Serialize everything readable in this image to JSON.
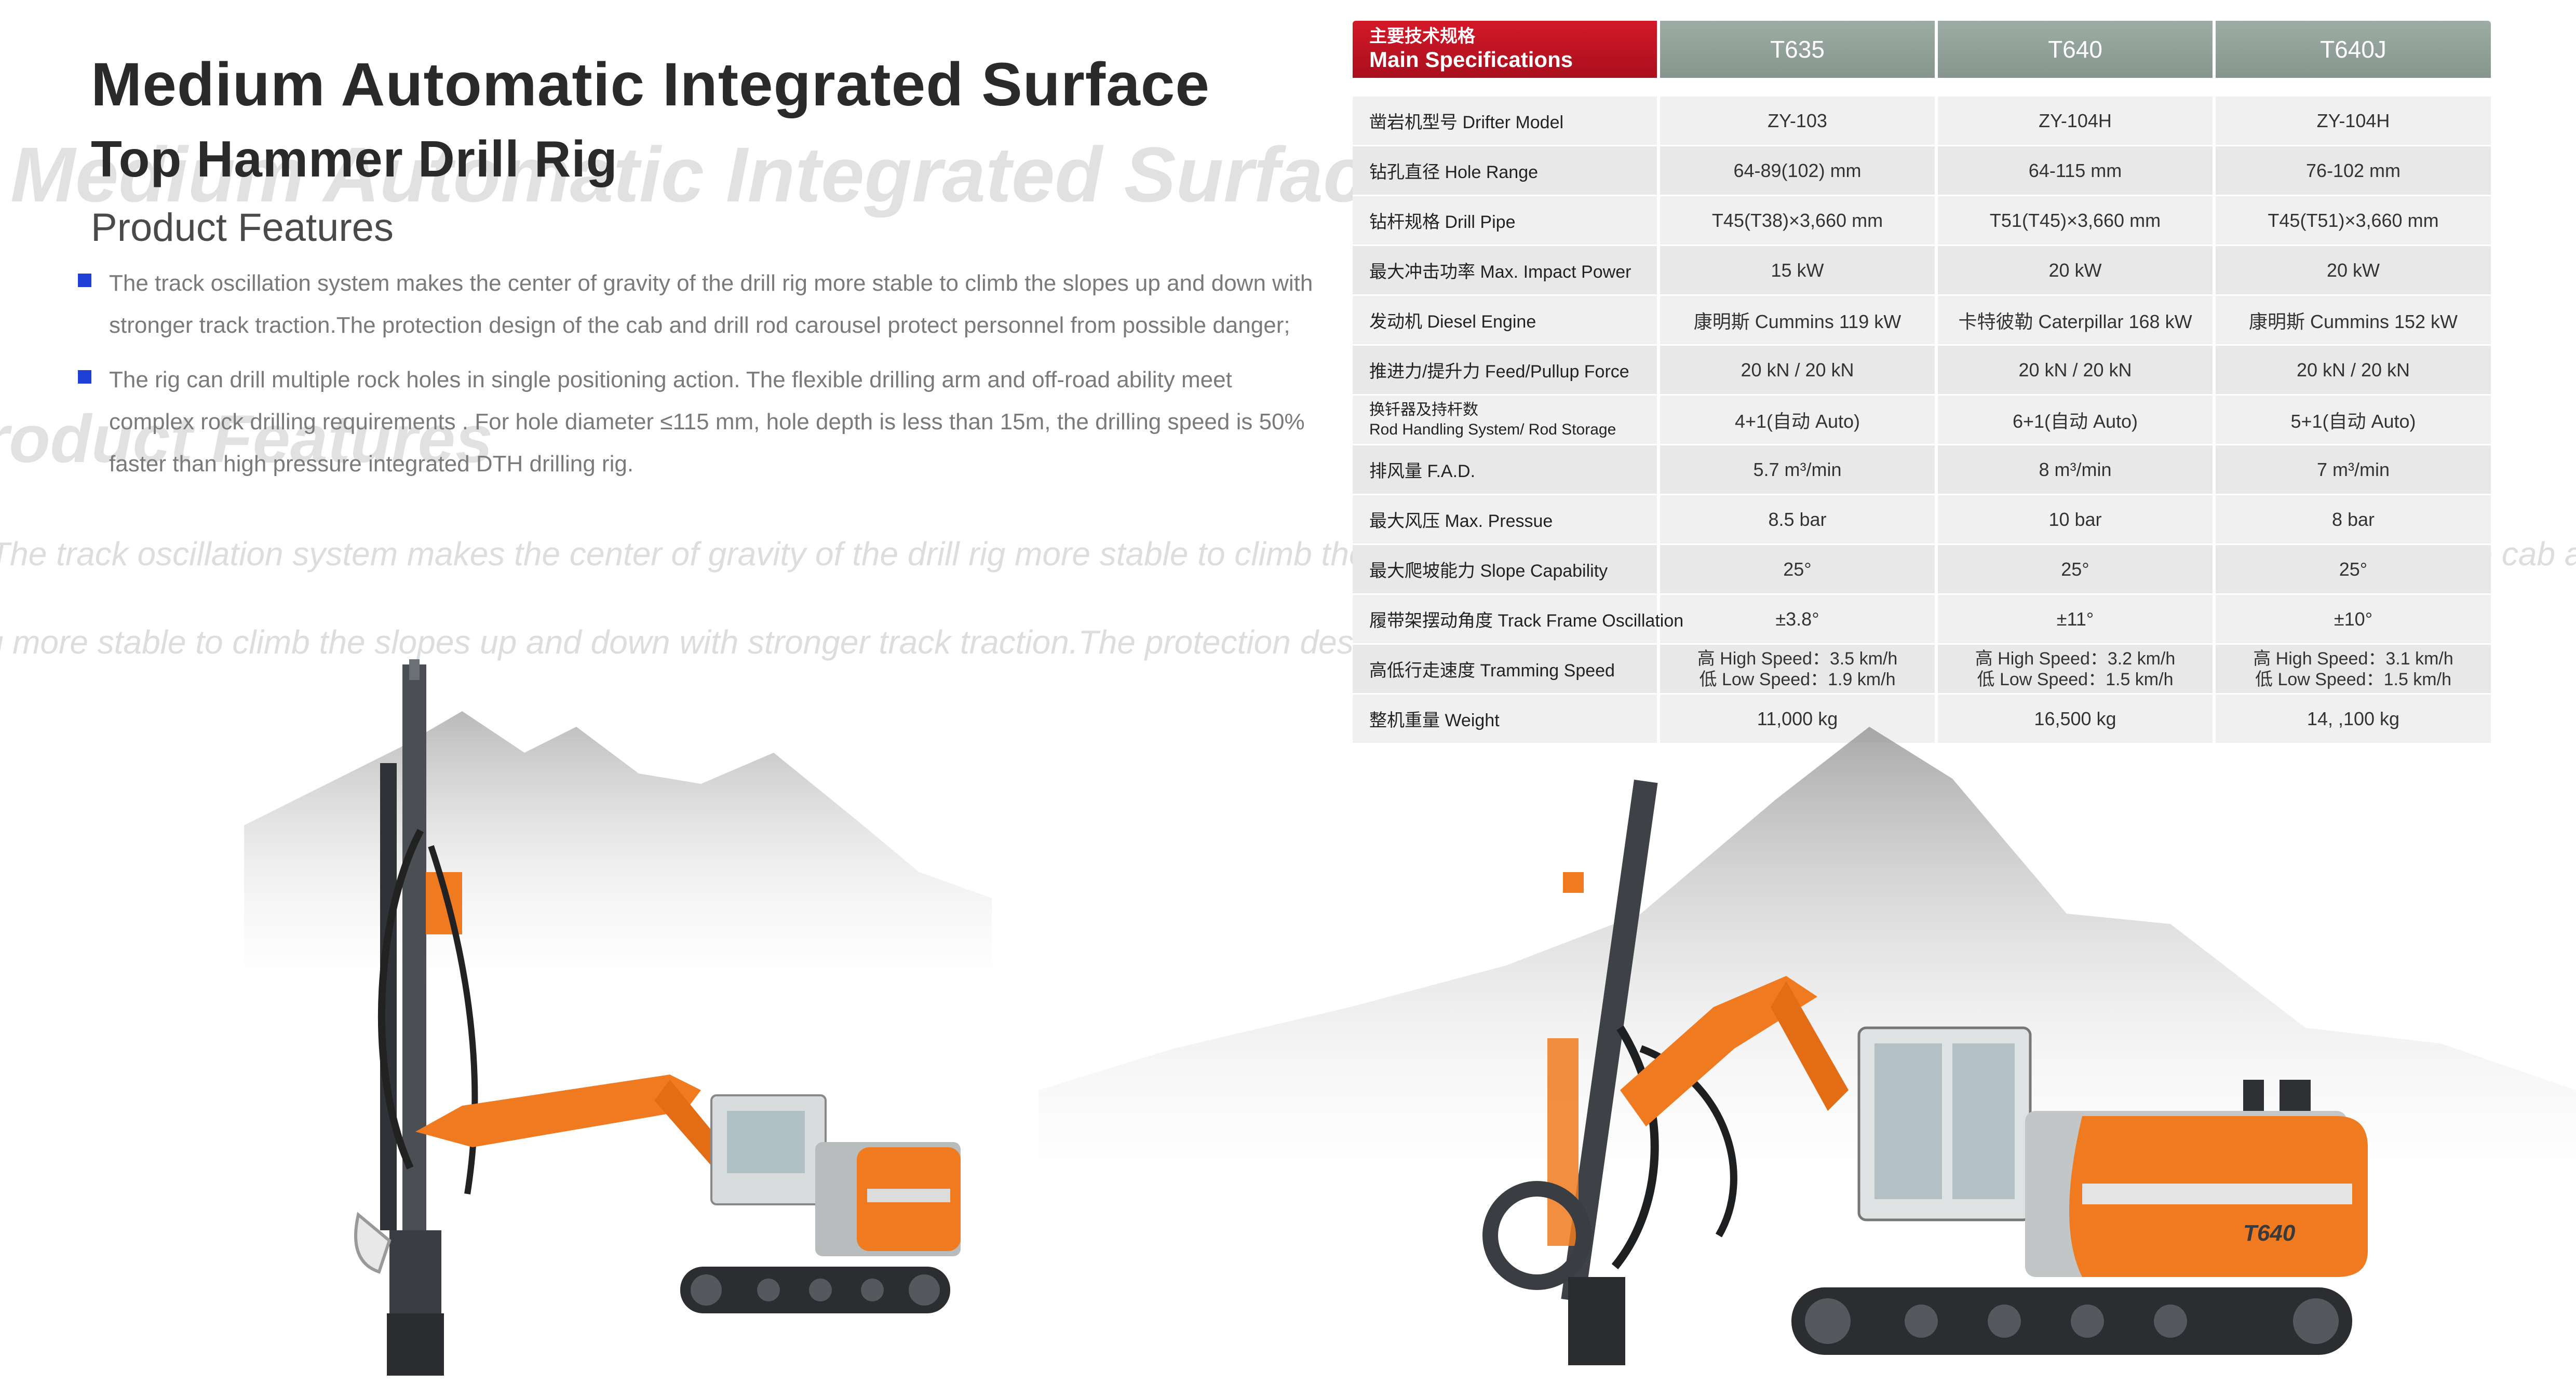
{
  "header": {
    "title_line1": "Medium Automatic Integrated Surface",
    "title_line2": "Top Hammer Drill Rig",
    "subtitle": "Product Features"
  },
  "features": [
    "The track oscillation system makes the center of gravity of the drill rig more stable to climb the slopes up and down with stronger track traction.The protection design of the cab and drill rod carousel protect personnel from possible danger;",
    "The rig can drill multiple rock holes in single positioning action. The flexible drilling arm and off-road ability meet complex rock drilling requirements . For hole diameter ≤115 mm, hole depth is less than 15m, the drilling speed is 50% faster than high pressure integrated DTH drilling rig."
  ],
  "spec_table": {
    "header_cn": "主要技术规格",
    "header_en": "Main Specifications",
    "models": [
      "T635",
      "T640",
      "T640J"
    ],
    "rows": [
      {
        "label": "凿岩机型号 Drifter Model",
        "values": [
          "ZY-103",
          "ZY-104H",
          "ZY-104H"
        ]
      },
      {
        "label": "钻孔直径 Hole Range",
        "values": [
          "64-89(102) mm",
          "64-115 mm",
          "76-102 mm"
        ]
      },
      {
        "label": "钻杆规格 Drill Pipe",
        "values": [
          "T45(T38)×3,660 mm",
          "T51(T45)×3,660 mm",
          "T45(T51)×3,660 mm"
        ]
      },
      {
        "label": "最大冲击功率 Max. Impact Power",
        "values": [
          "15 kW",
          "20 kW",
          "20 kW"
        ]
      },
      {
        "label": "发动机 Diesel Engine",
        "values": [
          "康明斯 Cummins 119 kW",
          "卡特彼勒 Caterpillar 168 kW",
          "康明斯 Cummins 152 kW"
        ]
      },
      {
        "label": "推进力/提升力 Feed/Pullup Force",
        "values": [
          "20 kN / 20 kN",
          "20 kN / 20 kN",
          "20 kN / 20 kN"
        ]
      },
      {
        "label_line1": "换钎器及持杆数",
        "label_line2": "Rod Handling System/ Rod Storage",
        "values": [
          "4+1(自动 Auto)",
          "6+1(自动 Auto)",
          "5+1(自动 Auto)"
        ]
      },
      {
        "label": "排风量 F.A.D.",
        "values": [
          "5.7 m³/min",
          "8 m³/min",
          "7 m³/min"
        ]
      },
      {
        "label": "最大风压 Max. Pressue",
        "values": [
          "8.5 bar",
          "10 bar",
          "8 bar"
        ]
      },
      {
        "label": "最大爬坡能力 Slope Capability",
        "values": [
          "25°",
          "25°",
          "25°"
        ]
      },
      {
        "label": "履带架摆动角度 Track Frame Oscillation",
        "values": [
          "±3.8°",
          "±11°",
          "±10°"
        ]
      },
      {
        "label": "高低行走速度 Tramming Speed",
        "values": [
          {
            "high": "高 High Speed：3.5 km/h",
            "low": "低 Low Speed：1.9 km/h"
          },
          {
            "high": "高 High Speed：3.2 km/h",
            "low": "低 Low Speed：1.5 km/h"
          },
          {
            "high": "高 High Speed：3.1 km/h",
            "low": "低 Low Speed：1.5 km/h"
          }
        ]
      },
      {
        "label": "整机重量 Weight",
        "values": [
          "11,000 kg",
          "16,500 kg",
          "14, ,100 kg"
        ]
      }
    ]
  },
  "machine_badge": "T640",
  "colors": {
    "header_red": "#c4151f",
    "model_head_grey": "#939f9a",
    "bullet_blue": "#1f3fd6",
    "machine_orange": "#f07a1f",
    "machine_grey": "#b9bcbd",
    "row_grey": "#ececec"
  }
}
